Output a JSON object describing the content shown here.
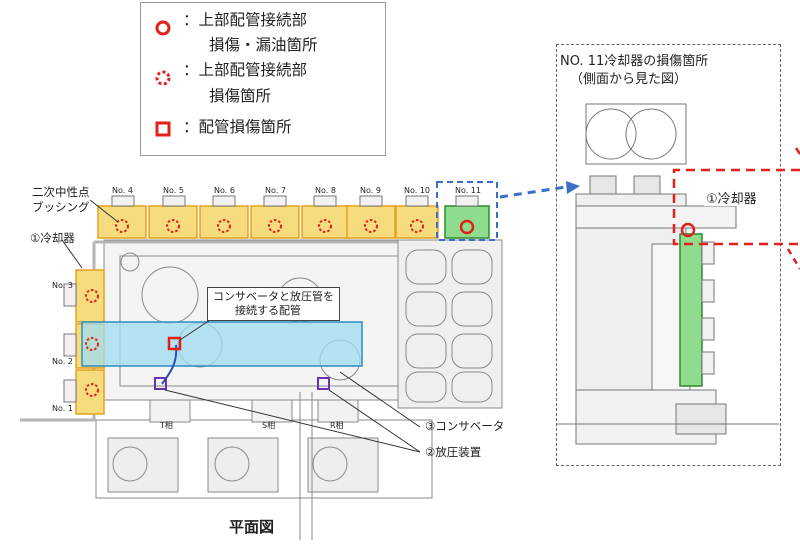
{
  "legend": {
    "items": [
      {
        "symbol": "red-circle",
        "text_line1": "：上部配管接続部",
        "text_line2": "損傷・漏油箇所"
      },
      {
        "symbol": "red-dotted-circle",
        "text_line1": "：上部配管接続部",
        "text_line2": "損傷箇所"
      },
      {
        "symbol": "red-square",
        "text_line1": "：配管損傷箇所"
      }
    ]
  },
  "plan": {
    "title": "平面図",
    "neutral_bushing_line1": "二次中性点",
    "neutral_bushing_line2": "ブッシング",
    "cooler_label": "①冷却器",
    "top_coolers": [
      "No. 4",
      "No. 5",
      "No. 6",
      "No. 7",
      "No. 8",
      "No. 9",
      "No. 10",
      "No. 11"
    ],
    "side_coolers": [
      "No. 3",
      "No. 2",
      "No. 1"
    ],
    "pipe_note_line1": "コンサベータと放圧管を",
    "pipe_note_line2": "接続する配管",
    "conservator_label": "③コンサベータ",
    "relief_label": "②放圧装置",
    "phases": [
      "T相",
      "S相",
      "R相"
    ]
  },
  "detail": {
    "title_line1": "NO. 11冷却器の損傷箇所",
    "title_line2": "（側面から見た図）",
    "cooler_label": "①冷却器"
  },
  "colors": {
    "damage": "#e0221b",
    "cooler_fill": "#f6dc7f",
    "cooler_border": "#e5a21f",
    "highlight_green": "#8fdc8f",
    "conservator_fill": "#9fdcf2",
    "arrow": "#3b6fc7",
    "relief_box": "#6b2fb0"
  }
}
